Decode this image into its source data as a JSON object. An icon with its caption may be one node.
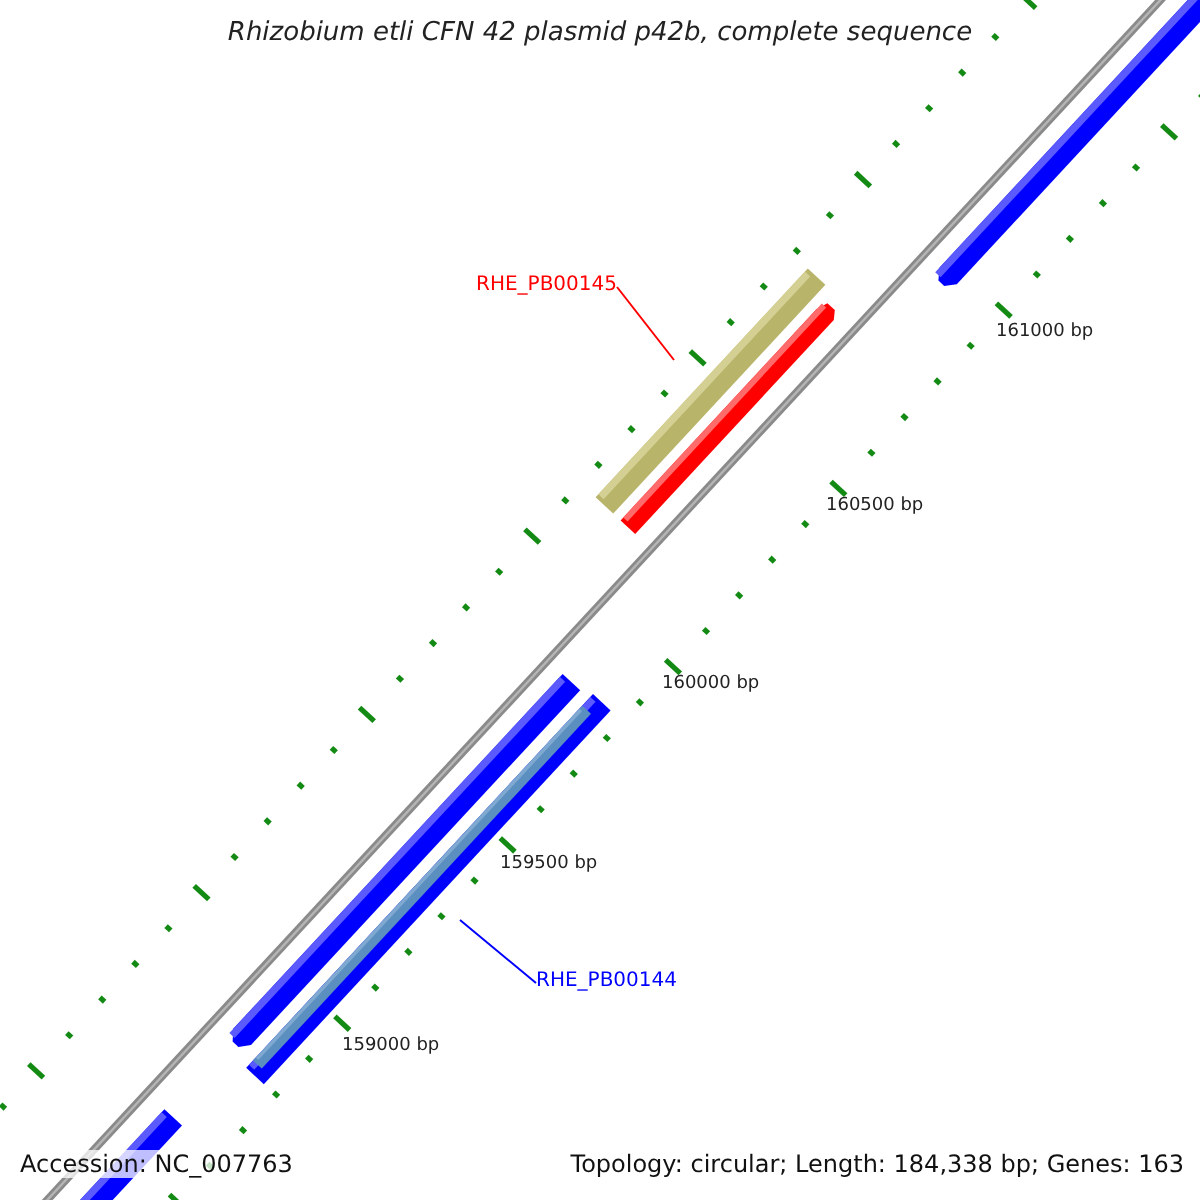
{
  "diagram": {
    "title": "Rhizobium etli CFN 42 plasmid p42b, complete sequence",
    "nodes": [
      {
        "text": [
          "RHE_PB00145"
        ]
      },
      {
        "text": [
          "RHE_PB00144"
        ]
      }
    ],
    "edges": [
      {
        "from": 0,
        "to": null,
        "arrow": "none",
        "color": "#ff0000"
      },
      {
        "from": 1,
        "to": null,
        "arrow": "none",
        "color": "#0000ff"
      }
    ],
    "labels": [
      "161000 bp",
      "160500 bp",
      "160000 bp",
      "159500 bp",
      "159000 bp",
      "Accession: NC_007763",
      "Topology: circular; Length: 184,338 bp; Genes: 163"
    ]
  }
}
